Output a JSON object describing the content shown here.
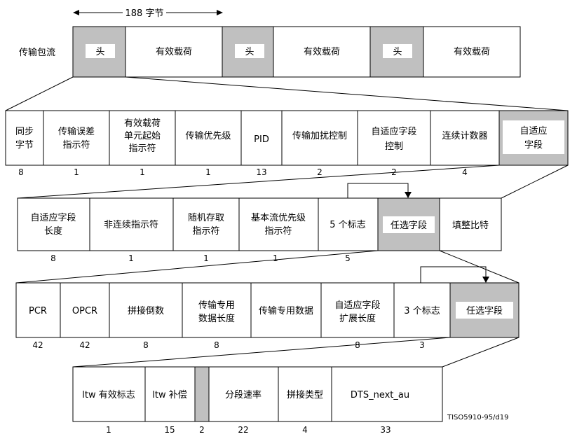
{
  "width_label": "188 字节",
  "row0": {
    "title": "传输包流",
    "cells": [
      {
        "text": "头",
        "shade": true
      },
      {
        "text": "有效载荷"
      },
      {
        "text": "头",
        "shade": true
      },
      {
        "text": "有效载荷"
      },
      {
        "text": "头",
        "shade": true
      },
      {
        "text": "有效载荷"
      }
    ]
  },
  "row1": {
    "cells": [
      {
        "lines": [
          "同步",
          "字节"
        ],
        "bits": "8"
      },
      {
        "lines": [
          "传输误差",
          "指示符"
        ],
        "bits": "1"
      },
      {
        "lines": [
          "有效载荷",
          "单元起始",
          "指示符"
        ],
        "bits": "1"
      },
      {
        "lines": [
          "传输优先级"
        ],
        "bits": "1"
      },
      {
        "lines": [
          "PID"
        ],
        "bits": "13"
      },
      {
        "lines": [
          "传输加扰控制"
        ],
        "bits": "2"
      },
      {
        "lines": [
          "自适应字段",
          "控制"
        ],
        "bits": "2"
      },
      {
        "lines": [
          "连续计数器"
        ],
        "bits": "4"
      },
      {
        "lines": [
          "自适应",
          "字段"
        ],
        "bits": "",
        "shade": true
      }
    ]
  },
  "row2": {
    "cells": [
      {
        "lines": [
          "自适应字段",
          "长度"
        ],
        "bits": "8"
      },
      {
        "lines": [
          "非连续指示符"
        ],
        "bits": "1"
      },
      {
        "lines": [
          "随机存取",
          "指示符"
        ],
        "bits": "1"
      },
      {
        "lines": [
          "基本流优先级",
          "指示符"
        ],
        "bits": "1"
      },
      {
        "lines": [
          "5 个标志"
        ],
        "bits": "5"
      },
      {
        "lines": [
          "任选字段"
        ],
        "bits": "",
        "shade": true
      },
      {
        "lines": [
          "填整比特"
        ],
        "bits": ""
      }
    ]
  },
  "row3": {
    "cells": [
      {
        "lines": [
          "PCR"
        ],
        "bits": "42"
      },
      {
        "lines": [
          "OPCR"
        ],
        "bits": "42"
      },
      {
        "lines": [
          "拼接倒数"
        ],
        "bits": "8"
      },
      {
        "lines": [
          "传输专用",
          "数据长度"
        ],
        "bits": "8"
      },
      {
        "lines": [
          "传输专用数据"
        ],
        "bits": ""
      },
      {
        "lines": [
          "自适应字段",
          "扩展长度"
        ],
        "bits": "8"
      },
      {
        "lines": [
          "3 个标志"
        ],
        "bits": "3"
      },
      {
        "lines": [
          "任选字段"
        ],
        "bits": "",
        "shade": true
      }
    ]
  },
  "row4": {
    "cells": [
      {
        "lines": [
          "ltw 有效标志"
        ],
        "bits": "1"
      },
      {
        "lines": [
          "ltw 补偿"
        ],
        "bits": "15"
      },
      {
        "lines": [
          ""
        ],
        "bits": "2",
        "shade": true
      },
      {
        "lines": [
          "分段速率"
        ],
        "bits": "22"
      },
      {
        "lines": [
          "拼接类型"
        ],
        "bits": "4"
      },
      {
        "lines": [
          "DTS_next_au"
        ],
        "bits": "33"
      }
    ]
  },
  "figure_id": "TISO5910-95/d19"
}
